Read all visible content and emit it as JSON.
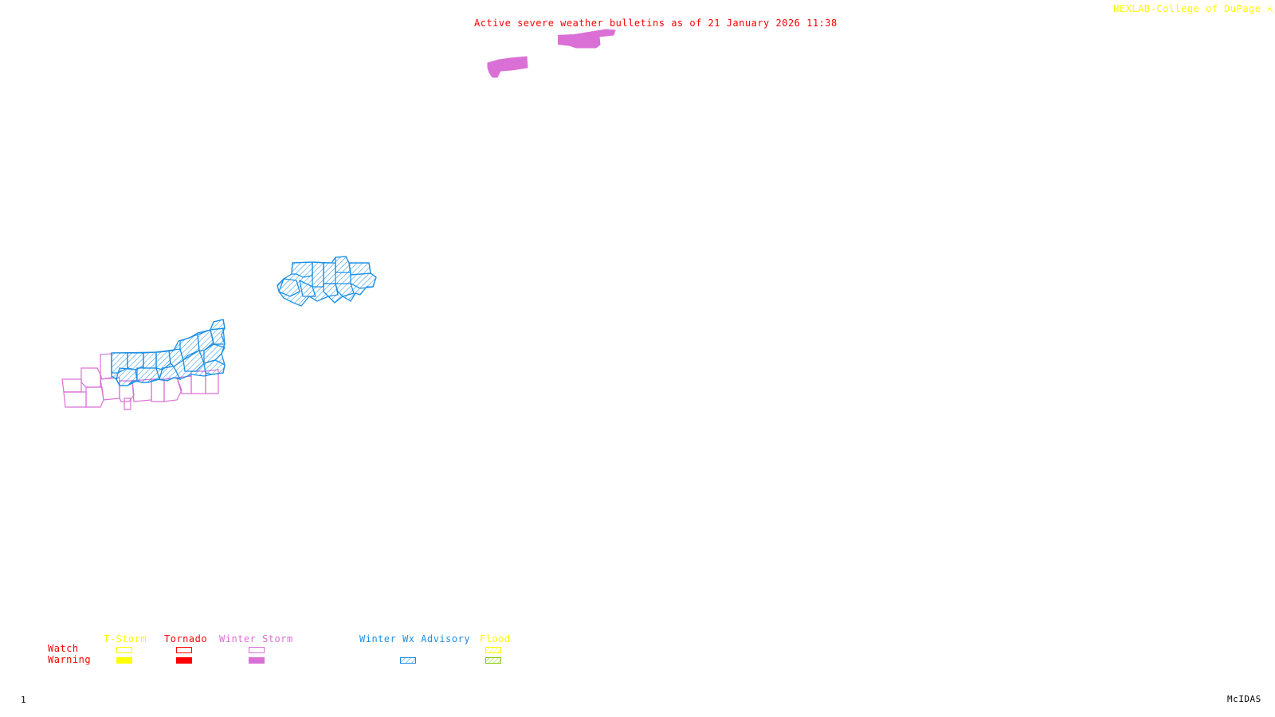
{
  "header": {
    "title": "Active severe weather bulletins as of 21 January 2026 11:38",
    "credit": "NEXLAB-College of DuPage",
    "credit_icon": "cursor-arrow-icon"
  },
  "footer": {
    "frame_number": "1",
    "software": "McIDAS"
  },
  "colors": {
    "title": "#ff0000",
    "credit": "#ffff00",
    "tstorm": "#ffff00",
    "tornado": "#ff0000",
    "winter_storm": "#da70d6",
    "winter_wx_advisory": "#1e90e6",
    "flood_watch": "#ffff00",
    "flood_warning": "#7fcc00"
  },
  "legend": {
    "row_labels": {
      "watch": "Watch",
      "warning": "Warning"
    },
    "categories": [
      {
        "key": "tstorm",
        "label": "T-Storm",
        "watch": "outline",
        "warning": "solid"
      },
      {
        "key": "tornado",
        "label": "Tornado",
        "watch": "outline",
        "warning": "solid"
      },
      {
        "key": "winter_storm",
        "label": "Winter Storm",
        "watch": "outline",
        "warning": "solid"
      },
      {
        "key": "winter_wx_advisory",
        "label": "Winter Wx Advisory",
        "watch": "none",
        "warning": "hatched"
      },
      {
        "key": "flood",
        "label": "Flood",
        "watch": "hatched",
        "warning": "hatched"
      }
    ]
  },
  "map": {
    "active_areas": [
      {
        "type": "Winter Storm Warning",
        "region": "northern upper area",
        "style": "solid"
      },
      {
        "type": "Winter Storm Warning",
        "region": "northern lower area",
        "style": "solid"
      },
      {
        "type": "Winter Wx Advisory",
        "region": "central cluster",
        "style": "hatched"
      },
      {
        "type": "Winter Wx Advisory",
        "region": "southwest cluster",
        "style": "hatched"
      },
      {
        "type": "Winter Storm Watch",
        "region": "southwest cluster south edge",
        "style": "outline"
      }
    ]
  }
}
